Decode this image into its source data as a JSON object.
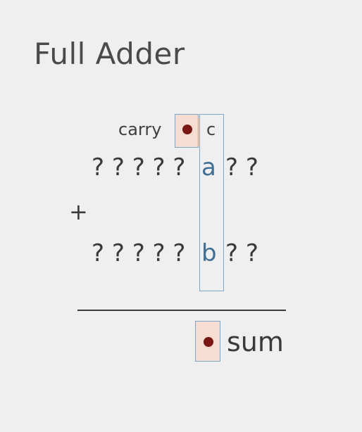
{
  "title": "Full Adder",
  "carry_label": "carry",
  "c_label": "c",
  "row_a": {
    "left": "? ? ? ? ?",
    "column": "a",
    "right": "? ?"
  },
  "operator": "+",
  "row_b": {
    "left": "? ? ? ? ?",
    "column": "b",
    "right": "? ?"
  },
  "sum_label": "sum",
  "colors": {
    "highlight_fill": "#f6ddd1",
    "box_border": "#7ea6c9",
    "dot": "#7a1712",
    "column_text": "#3f6f96"
  }
}
